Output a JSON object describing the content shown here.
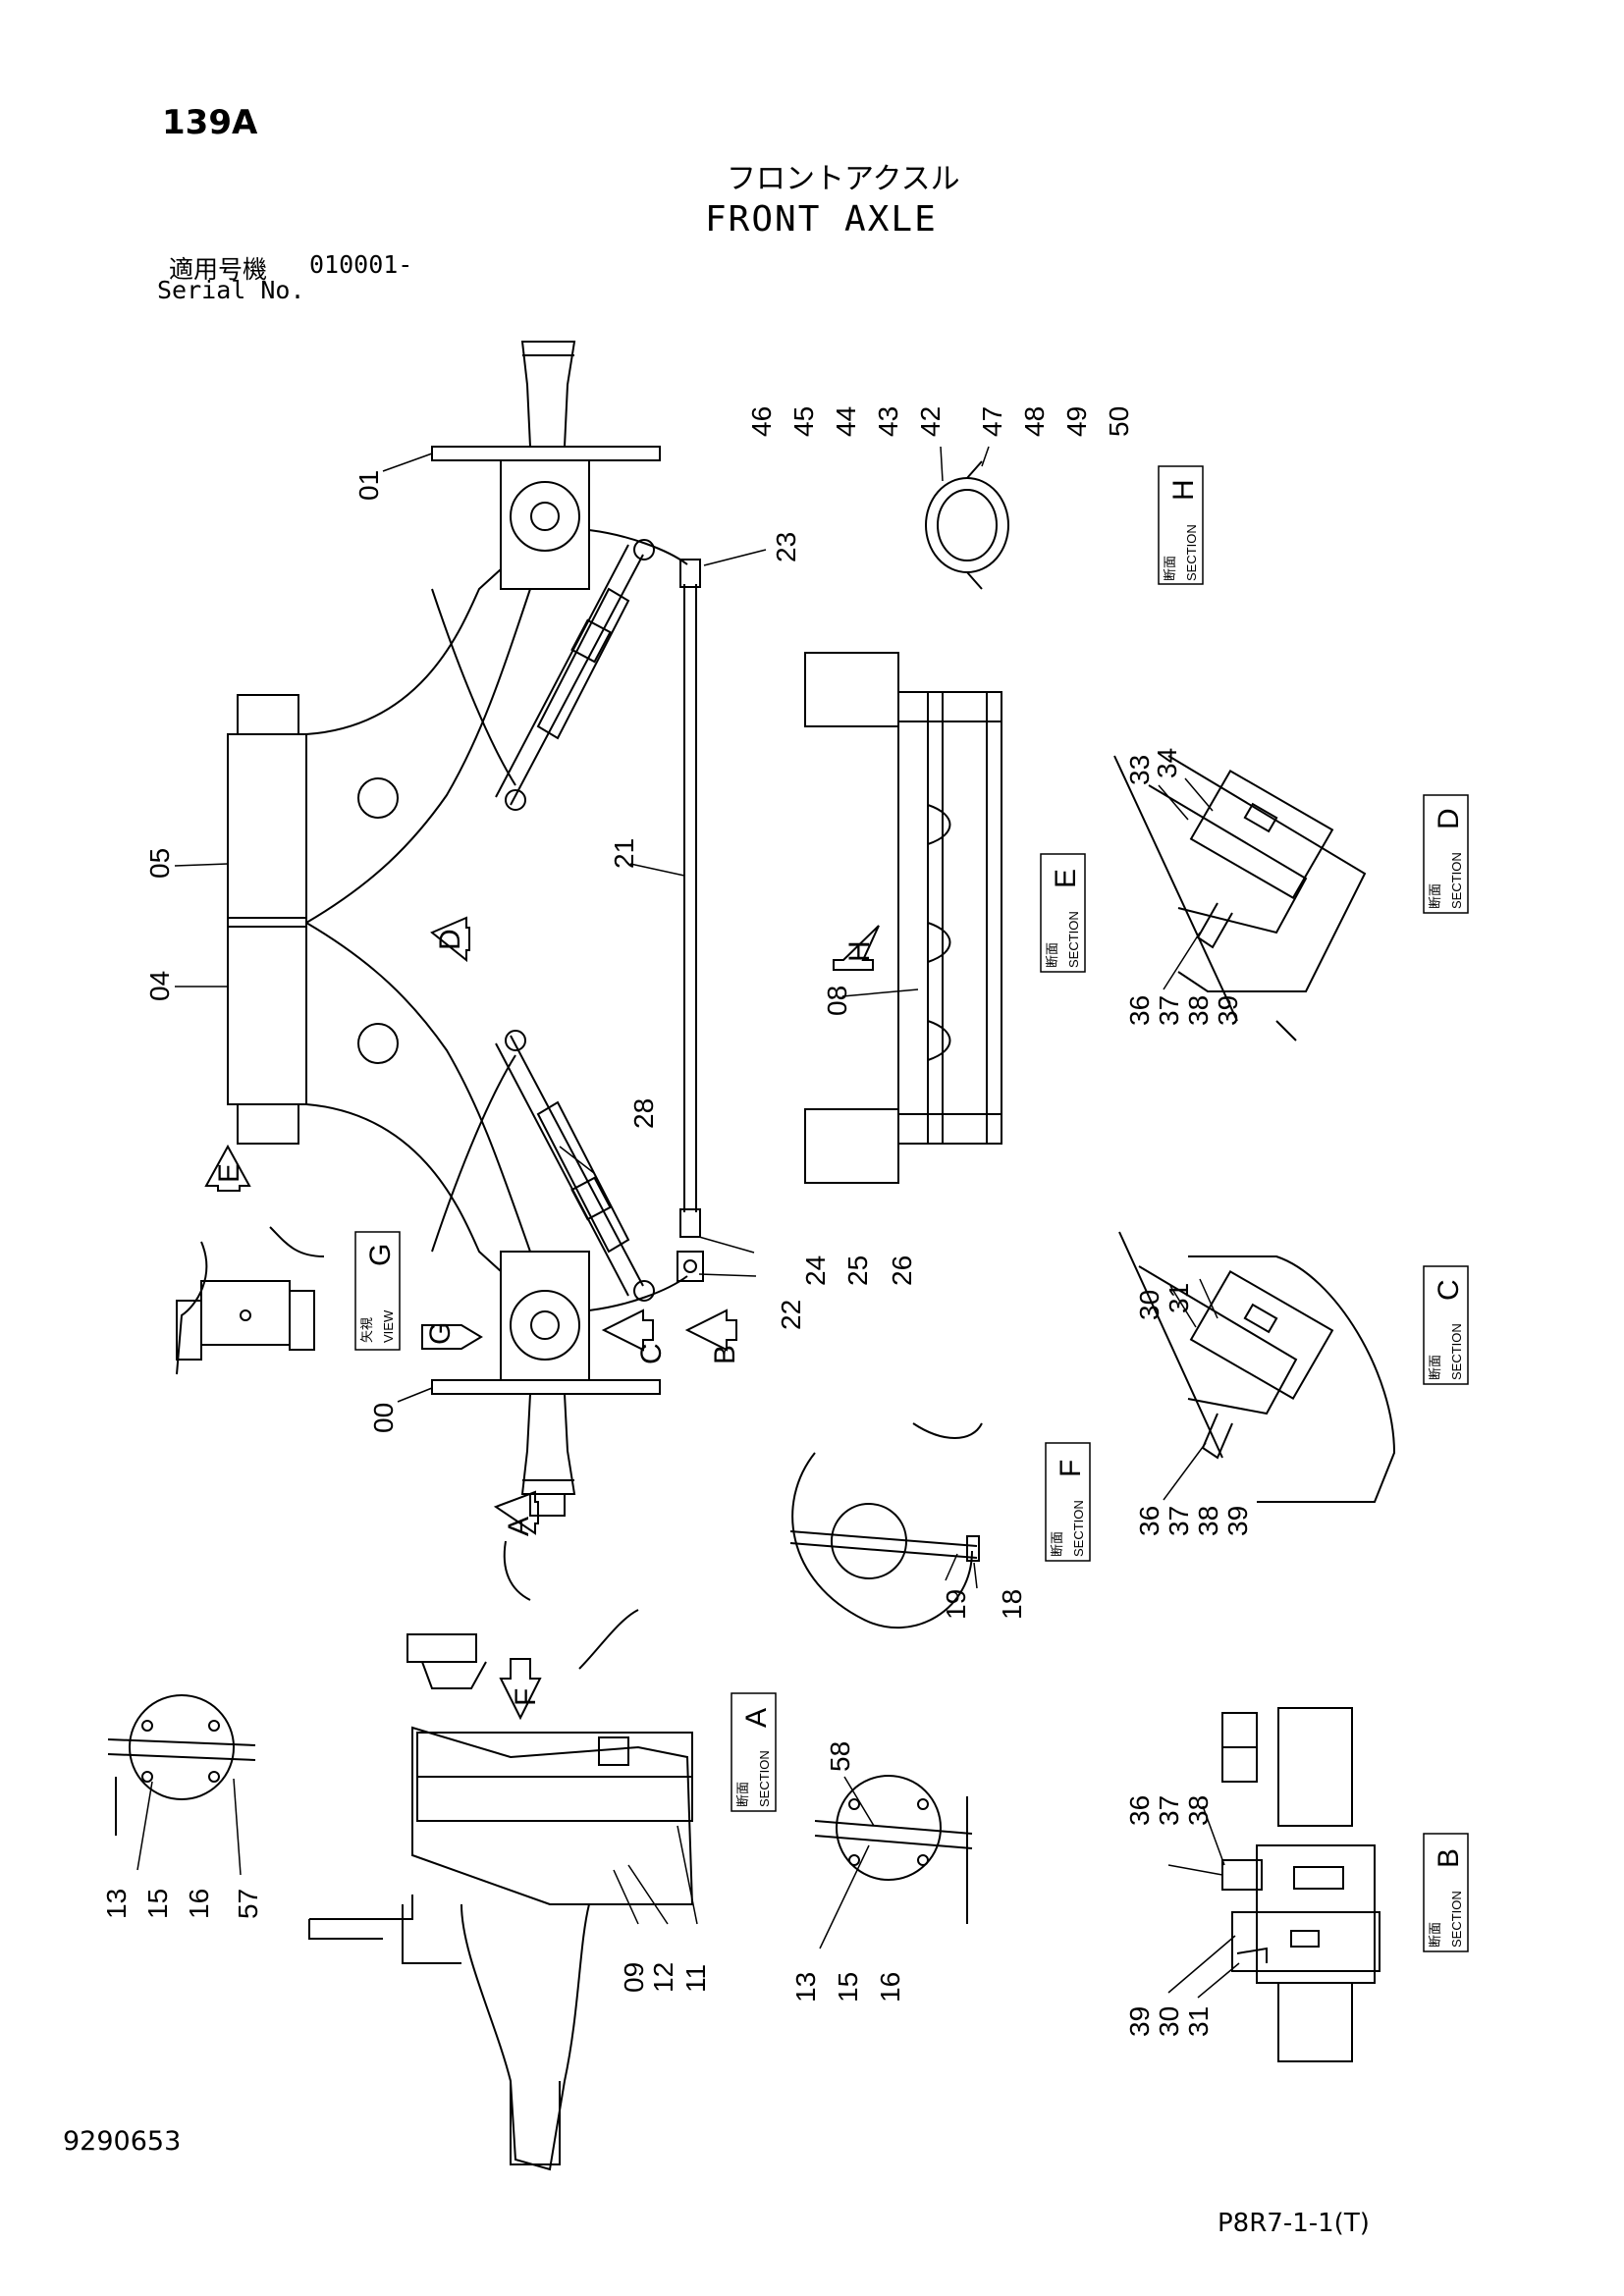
{
  "header": {
    "page_number": "139A",
    "title_japanese": "フロントアクスル",
    "title_english": "FRONT AXLE",
    "serial_label_japanese": "適用号機",
    "serial_value": "010001-",
    "serial_label_english": "Serial No."
  },
  "footer": {
    "drawing_number": "9290653",
    "reference_code": "P8R7-1-1(T)"
  },
  "labels": {
    "section_jp": "断面",
    "view_jp": "矢視",
    "section_en": "SECTION",
    "view_en": "VIEW"
  },
  "callouts": {
    "c00": "00",
    "c01": "01",
    "c04": "04",
    "c05": "05",
    "c08": "08",
    "c09": "09",
    "c11": "11",
    "c12": "12",
    "c13": "13",
    "c15": "15",
    "c16": "16",
    "c18": "18",
    "c19": "19",
    "c21": "21",
    "c22": "22",
    "c23": "23",
    "c24": "24",
    "c25": "25",
    "c26": "26",
    "c28": "28",
    "c30": "30",
    "c31": "31",
    "c33": "33",
    "c34": "34",
    "c36": "36",
    "c37": "37",
    "c38": "38",
    "c39": "39",
    "c42": "42",
    "c43": "43",
    "c44": "44",
    "c45": "45",
    "c46": "46",
    "c47": "47",
    "c48": "48",
    "c49": "49",
    "c50": "50",
    "c57": "57",
    "c58": "58"
  },
  "views": {
    "A": "A",
    "B": "B",
    "C": "C",
    "D": "D",
    "E": "E",
    "F": "F",
    "G": "G",
    "H": "H"
  },
  "icons": [
    "arrow-icon"
  ]
}
